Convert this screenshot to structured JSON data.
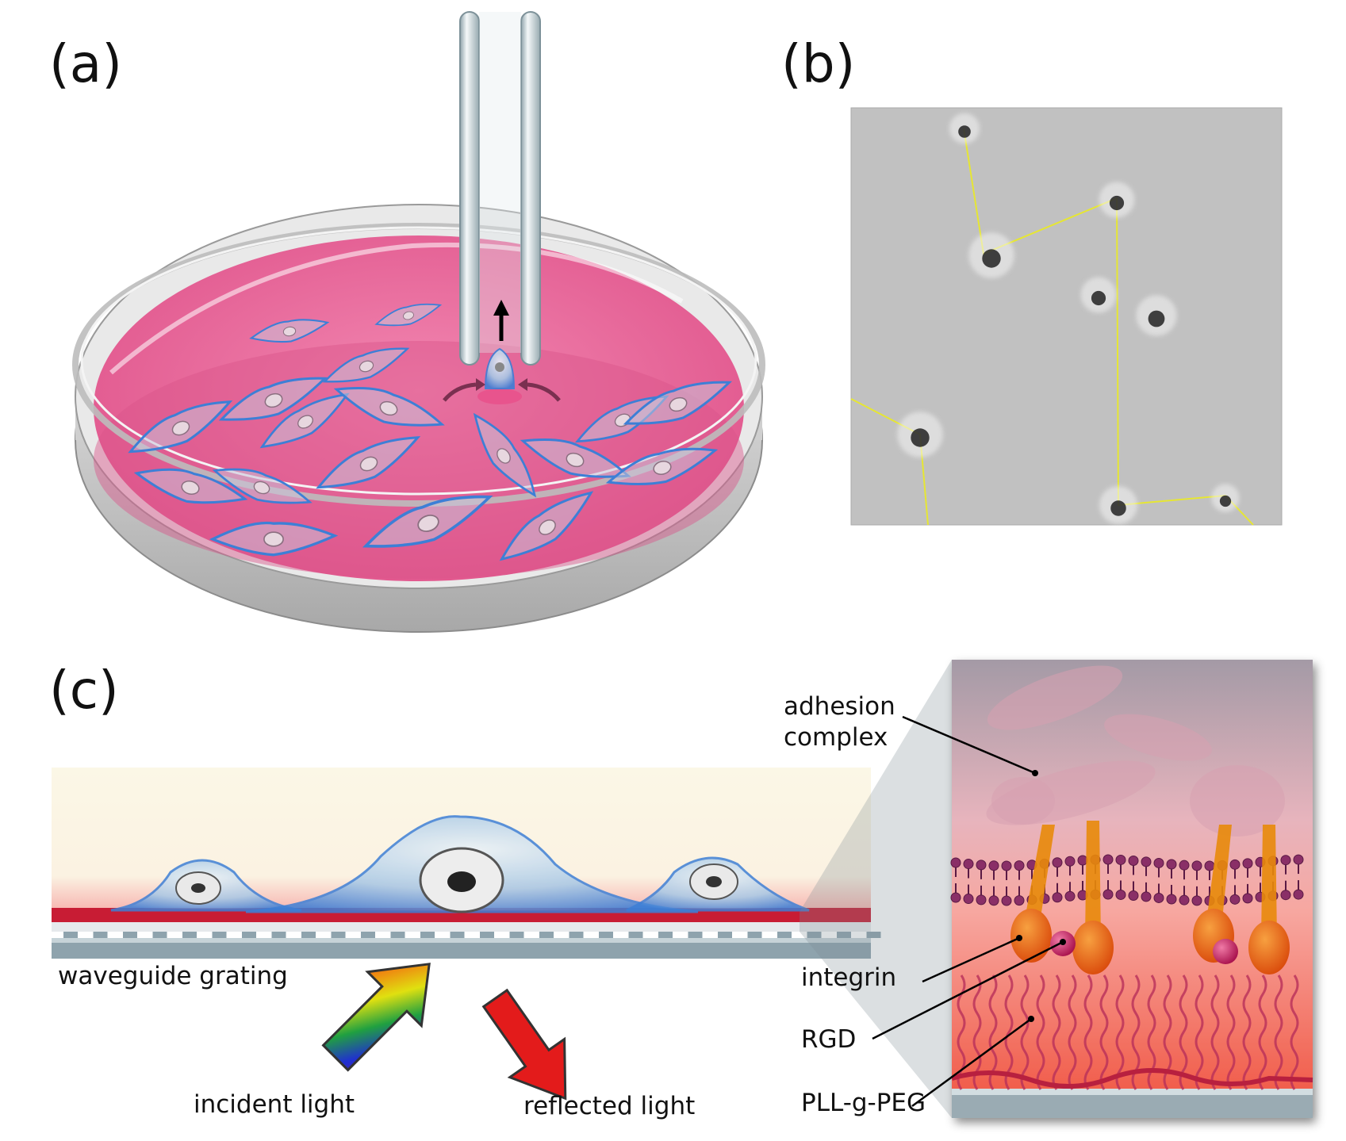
{
  "panels": {
    "a": {
      "label": "(a)"
    },
    "b": {
      "label": "(b)"
    },
    "c": {
      "label": "(c)",
      "labels": {
        "adhesion_line1": "adhesion",
        "adhesion_line2": "complex",
        "integrin": "integrin",
        "rgd": "RGD",
        "pll_g_peg": "PLL-g-PEG",
        "waveguide": "waveguide grating",
        "incident": "incident light",
        "reflected": "reflected light"
      }
    }
  },
  "colors": {
    "medium_pink": "#ec6d9e",
    "cell_blue": "#3d7fd6",
    "micrograph_gray": "#c4c4c4",
    "track_yellow": "#e6e633",
    "membrane_purple": "#7a2a5a",
    "integrin_orange": "#e8620a",
    "rgd_magenta": "#c0175a",
    "reflected_red": "#e31b1b"
  },
  "icons": {
    "pipette": "micropipette-icon",
    "arrow_up": "arrow-up-icon",
    "incident_arrow": "rainbow-arrow-icon",
    "reflected_arrow": "red-arrow-icon"
  }
}
